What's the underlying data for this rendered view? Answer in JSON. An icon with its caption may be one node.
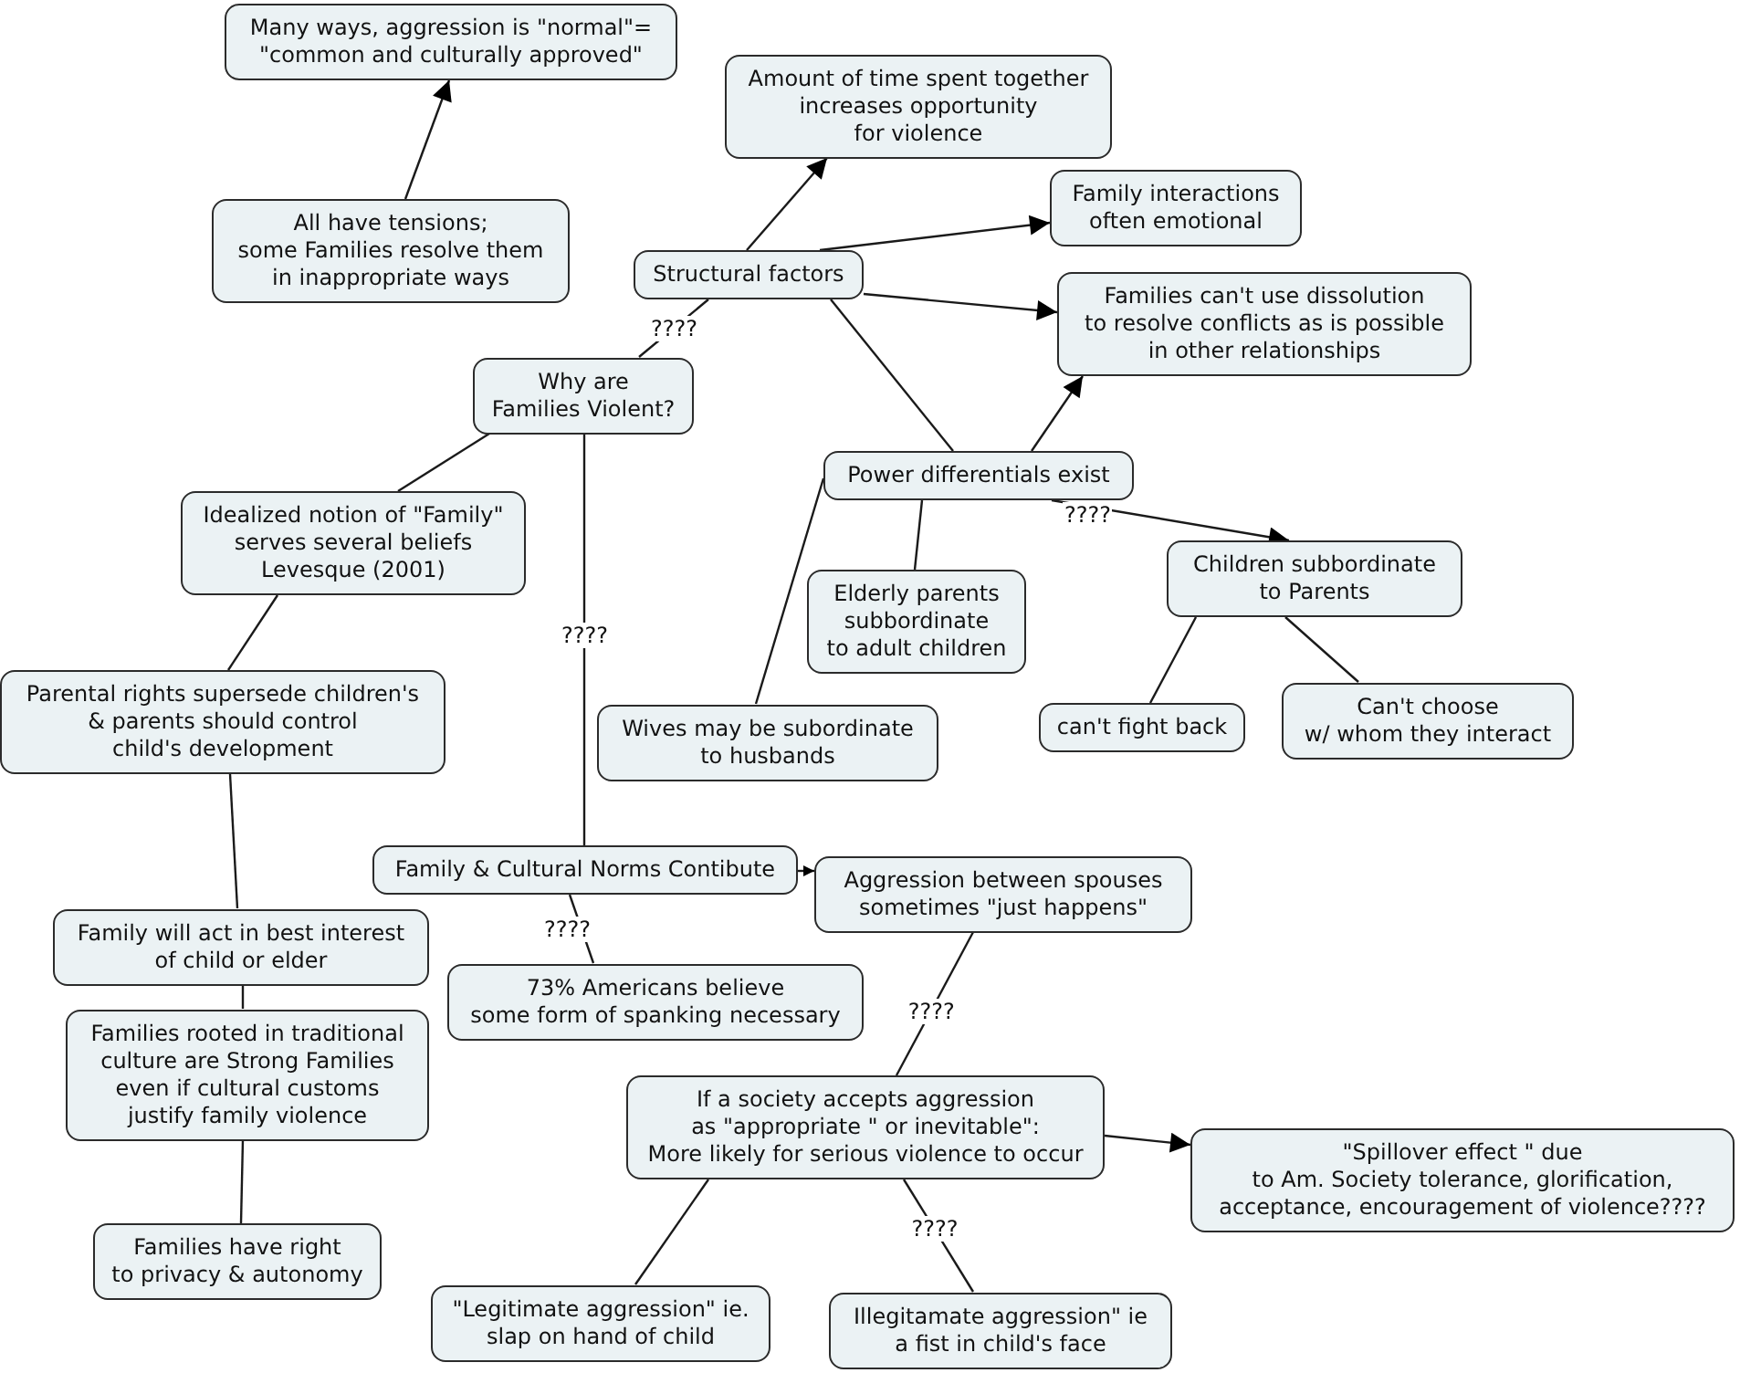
{
  "diagram": {
    "nodes": [
      {
        "text": [
          "Many ways, aggression is \"normal\"= \"common and culturally approved\""
        ]
      },
      {
        "text": [
          "All have tensions; some Families resolve them in inappropriate ways"
        ]
      },
      {
        "text": [
          "Amount of time spent together increases opportunity for violence"
        ]
      },
      {
        "text": [
          "Family interactions often emotional"
        ]
      },
      {
        "text": [
          "Structural factors"
        ]
      },
      {
        "text": [
          "Families can't use dissolution to resolve conflicts as is possible in other relationships"
        ]
      },
      {
        "text": [
          "Why are Families Violent?"
        ]
      },
      {
        "text": [
          "Power differentials exist"
        ]
      },
      {
        "text": [
          "Idealized notion of \"Family\" serves several beliefs Levesque (2001)"
        ]
      },
      {
        "text": [
          "Elderly parents subbordinate to adult children"
        ]
      },
      {
        "text": [
          "Children subbordinate to Parents"
        ]
      },
      {
        "text": [
          "Parental rights supersede children's & parents should control child's development"
        ]
      },
      {
        "text": [
          "Wives may be subordinate to husbands"
        ]
      },
      {
        "text": [
          "can't fight back"
        ]
      },
      {
        "text": [
          "Can't choose w/ whom they interact"
        ]
      },
      {
        "text": [
          "Family & Cultural Norms Contibute"
        ]
      },
      {
        "text": [
          "Aggression between spouses sometimes \"just happens\""
        ]
      },
      {
        "text": [
          "Family will act in best interest of child or elder"
        ]
      },
      {
        "text": [
          "73% Americans believe some form of spanking necessary"
        ]
      },
      {
        "text": [
          "Families rooted in traditional culture are Strong Families even if cultural customs justify family violence"
        ]
      },
      {
        "text": [
          "If a society accepts aggression as \"appropriate \" or inevitable\": More likely for serious violence to occur"
        ]
      },
      {
        "text": [
          "\"Spillover effect \" due to Am. Society tolerance, glorification, acceptance, encouragement of violence????"
        ]
      },
      {
        "text": [
          "Families have right to privacy & autonomy"
        ]
      },
      {
        "text": [
          "\"Legitimate aggression\" ie. slap on hand of child"
        ]
      },
      {
        "text": [
          "Illegitamate aggression\" ie a fist in child's face"
        ]
      }
    ],
    "edges": [
      {
        "from": 1,
        "to": 0,
        "arrow": "to"
      },
      {
        "from": 6,
        "to": 4,
        "arrow": "none",
        "label": "????"
      },
      {
        "from": 4,
        "to": 2,
        "arrow": "to"
      },
      {
        "from": 4,
        "to": 3,
        "arrow": "to"
      },
      {
        "from": 4,
        "to": 5,
        "arrow": "to"
      },
      {
        "from": 4,
        "to": 7,
        "arrow": "none"
      },
      {
        "from": 7,
        "to": 5,
        "arrow": "to"
      },
      {
        "from": 7,
        "to": 9,
        "arrow": "none"
      },
      {
        "from": 7,
        "to": 10,
        "arrow": "to",
        "label": "????"
      },
      {
        "from": 7,
        "to": 12,
        "arrow": "none"
      },
      {
        "from": 10,
        "to": 13,
        "arrow": "none"
      },
      {
        "from": 10,
        "to": 14,
        "arrow": "none"
      },
      {
        "from": 6,
        "to": 8,
        "arrow": "none"
      },
      {
        "from": 6,
        "to": 15,
        "arrow": "none",
        "label": "????"
      },
      {
        "from": 8,
        "to": 11,
        "arrow": "none"
      },
      {
        "from": 11,
        "to": 17,
        "arrow": "none"
      },
      {
        "from": 17,
        "to": 19,
        "arrow": "none"
      },
      {
        "from": 19,
        "to": 22,
        "arrow": "none"
      },
      {
        "from": 15,
        "to": 18,
        "arrow": "none",
        "label": "????"
      },
      {
        "from": 15,
        "to": 16,
        "arrow": "to"
      },
      {
        "from": 16,
        "to": 20,
        "arrow": "none",
        "label": "????"
      },
      {
        "from": 20,
        "to": 21,
        "arrow": "to"
      },
      {
        "from": 20,
        "to": 23,
        "arrow": "none"
      },
      {
        "from": 20,
        "to": 24,
        "arrow": "none",
        "label": "????"
      }
    ]
  }
}
